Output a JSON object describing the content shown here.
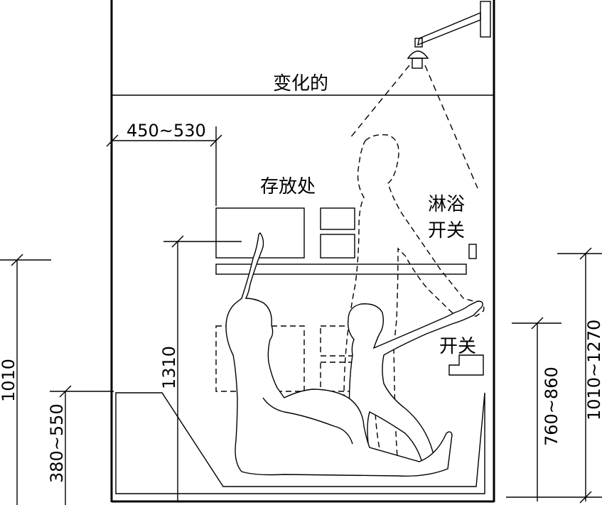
{
  "labels": {
    "top_width": "变化的",
    "storage": "存放处",
    "shower_switch_line1": "淋浴",
    "shower_switch_line2": "开关",
    "switch": "开关"
  },
  "dimensions": {
    "shelf_depth": "450~530",
    "reach_height": "1310",
    "left_total": "1010",
    "tub_height": "380~550",
    "switch_height": "760~860",
    "right_total": "1010~1270"
  }
}
